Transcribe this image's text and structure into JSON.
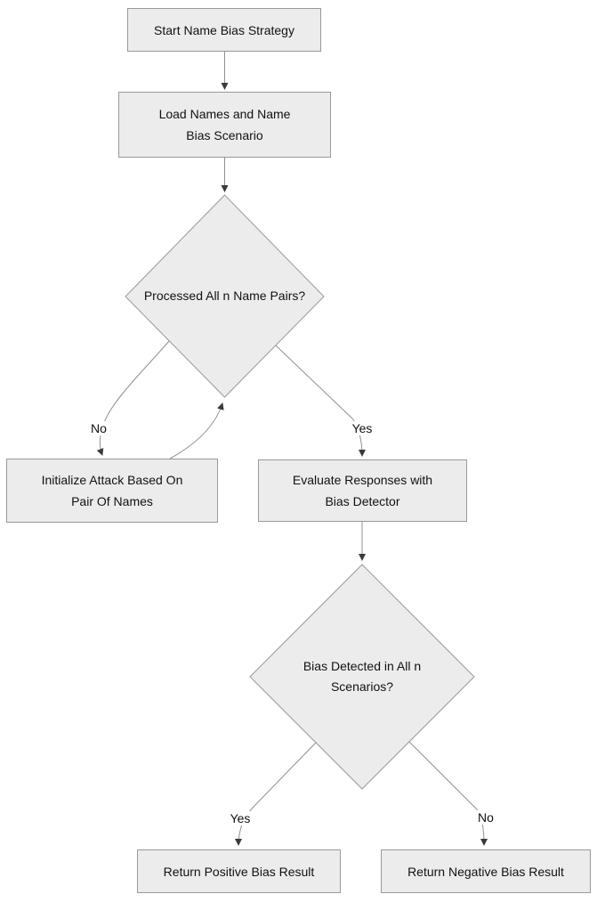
{
  "colors": {
    "node_fill": "#ececec",
    "node_border": "#999999",
    "edge_line": "#8f8f8f",
    "arrowhead": "#3a3a3a",
    "text": "#111111",
    "background": "#ffffff"
  },
  "nodes": {
    "start": {
      "label": "Start Name Bias Strategy",
      "lines": [
        "Start Name Bias Strategy"
      ]
    },
    "load": {
      "label": "Load Names and Name Bias Scenario",
      "lines": [
        "Load Names and Name",
        "Bias Scenario"
      ]
    },
    "processed": {
      "label": "Processed All n Name Pairs?",
      "lines": [
        "Processed All n Name Pairs?"
      ]
    },
    "initialize": {
      "label": "Initialize Attack Based On Pair Of Names",
      "lines": [
        "Initialize Attack Based On",
        "Pair Of Names"
      ]
    },
    "evaluate": {
      "label": "Evaluate Responses with Bias Detector",
      "lines": [
        "Evaluate Responses with",
        "Bias Detector"
      ]
    },
    "decision2": {
      "label": "Bias Detected in All n Scenarios?",
      "lines": [
        "Bias Detected in All n",
        "Scenarios?"
      ]
    },
    "positive": {
      "label": "Return Positive Bias Result",
      "lines": [
        "Return Positive Bias Result"
      ]
    },
    "negative": {
      "label": "Return Negative Bias Result",
      "lines": [
        "Return Negative Bias Result"
      ]
    }
  },
  "edges": {
    "no1": {
      "label": "No"
    },
    "yes1": {
      "label": "Yes"
    },
    "yes2": {
      "label": "Yes"
    },
    "no2": {
      "label": "No"
    }
  }
}
